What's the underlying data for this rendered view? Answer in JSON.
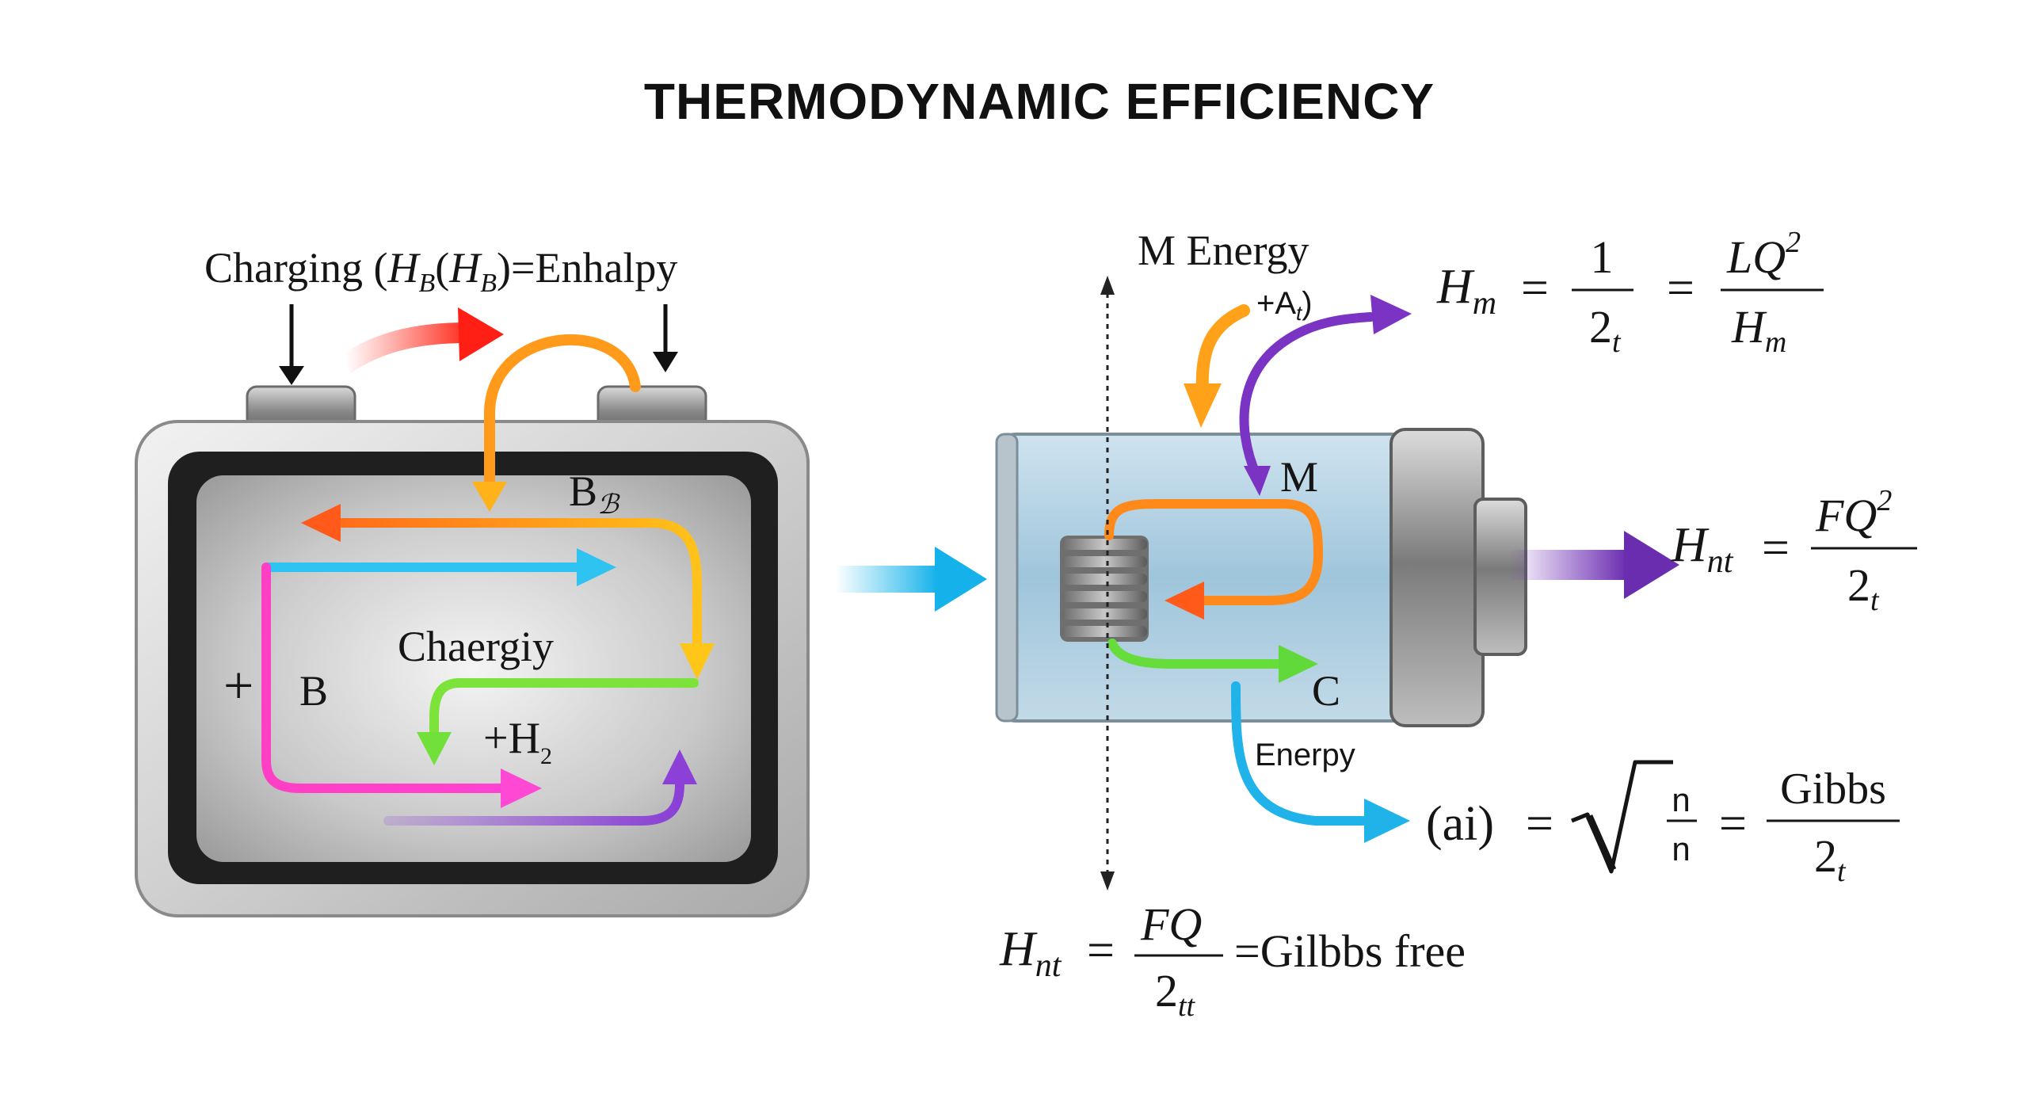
{
  "diagram": {
    "title": "THERMODYNAMIC EFFICIENCY",
    "left_battery": {
      "top_label": {
        "charging": "Charging (",
        "h": "H",
        "sub_b": "B",
        "open": "(",
        "h2": "H",
        "sub_b2": "B",
        "close_eq": ")=Enhalpy"
      },
      "label_b_top": "B",
      "label_b_top_sub": "ℬ",
      "label_center": "Chaergiy",
      "label_plus": "+",
      "label_b": "B",
      "label_h2": "+H",
      "label_h2_sub": "2"
    },
    "right_battery": {
      "m_energy": "M Energy",
      "plus_a": "+A",
      "plus_a_sub": "t",
      "plus_a_close": ")",
      "label_m": "M",
      "label_c": "C",
      "label_enerpy": "Enerpy"
    },
    "equations": {
      "eq1": {
        "lhs": "H",
        "lhs_sub": "m",
        "frac1_num": "1",
        "frac1_den": "2",
        "frac1_den_sub": "t",
        "frac2_num": "LQ",
        "frac2_num_sup": "2",
        "frac2_den": "H",
        "frac2_den_sub": "m",
        "equals": "="
      },
      "eq2": {
        "lhs": "H",
        "lhs_sub": "nt",
        "frac_num": "FQ",
        "frac_num_sup": "2",
        "frac_den": "2",
        "frac_den_sub": "t",
        "equals": "="
      },
      "eq3": {
        "lhs": "(ai)",
        "equals": "=",
        "root_num": "n",
        "root_den": "n",
        "frac_num": "Gibbs",
        "frac_den": "2",
        "frac_den_sub": "t"
      },
      "eq4": {
        "lhs": "H",
        "lhs_sub": "nt",
        "frac_num": "FQ",
        "frac_den": "2",
        "frac_den_sub": "tt",
        "equals": "=",
        "rhs": "=Gilbbs free"
      }
    }
  }
}
